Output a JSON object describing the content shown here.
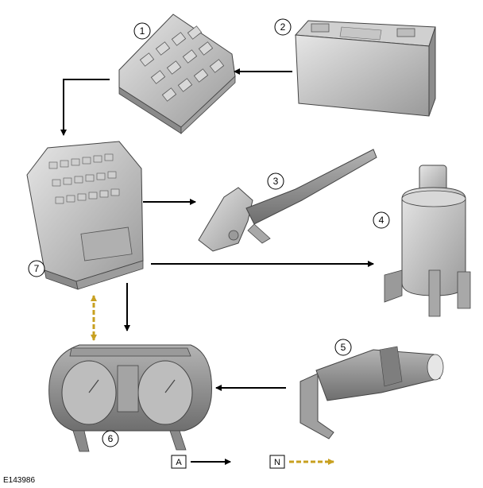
{
  "callouts": [
    {
      "label": "1",
      "component": "fuse-box-1"
    },
    {
      "label": "2",
      "component": "battery"
    },
    {
      "label": "3",
      "component": "wiper-motor-arm"
    },
    {
      "label": "4",
      "component": "washer-pump"
    },
    {
      "label": "5",
      "component": "wiper-switch"
    },
    {
      "label": "6",
      "component": "instrument-cluster"
    },
    {
      "label": "7",
      "component": "body-control-module"
    }
  ],
  "legend": {
    "a_label": "A",
    "n_label": "N"
  },
  "reference_code": "E143986",
  "colors": {
    "hardwired_arrow": "#000000",
    "network_arrow": "#c8a020",
    "component_fill": "#c8c8c8"
  }
}
